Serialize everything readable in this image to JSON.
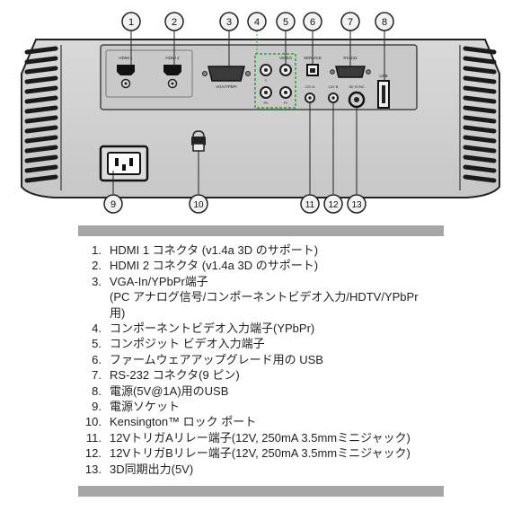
{
  "figure": {
    "callouts": [
      "1",
      "2",
      "3",
      "4",
      "5",
      "6",
      "7",
      "8",
      "9",
      "10",
      "11",
      "12",
      "13"
    ],
    "port_labels": {
      "hdmi1": "HDMI 1",
      "hdmi2": "HDMI 2",
      "vga": "VGA/YPbPr",
      "video": "VIDEO",
      "service": "SERVICE",
      "rs232": "RS-232",
      "usb_power": "USB",
      "trigger_a": "12V A",
      "trigger_b": "12V B",
      "sync_3d": "3D SYNC",
      "y": "Y",
      "pb": "Pb",
      "pr": "Pr"
    }
  },
  "items": [
    {
      "num": "1.",
      "text": "HDMI 1 コネクタ (v1.4a 3D のサポート)"
    },
    {
      "num": "2.",
      "text": "HDMI 2 コネクタ (v1.4a 3D のサポート)"
    },
    {
      "num": "3.",
      "text": "VGA-In/YPbPr端子\n(PC アナログ信号/コンポーネントビデオ入力/HDTV/YPbPr\n用)"
    },
    {
      "num": "4.",
      "text": "コンポーネントビデオ入力端子(YPbPr)"
    },
    {
      "num": "5.",
      "text": "コンポジット ビデオ入力端子"
    },
    {
      "num": "6.",
      "text": "ファームウェアアップグレード用の USB"
    },
    {
      "num": "7.",
      "text": "RS-232 コネクタ(9 ピン)"
    },
    {
      "num": "8.",
      "text": "電源(5V@1A)用のUSB"
    },
    {
      "num": "9.",
      "text": "電源ソケット"
    },
    {
      "num": "10.",
      "text": "Kensington™ ロック ポート"
    },
    {
      "num": "11.",
      "text": "12VトリガAリレー端子(12V, 250mA 3.5mmミニジャック)"
    },
    {
      "num": "12.",
      "text": "12VトリガBリレー端子(12V, 250mA 3.5mmミニジャック)"
    },
    {
      "num": "13.",
      "text": "3D同期出力(5V)"
    }
  ]
}
